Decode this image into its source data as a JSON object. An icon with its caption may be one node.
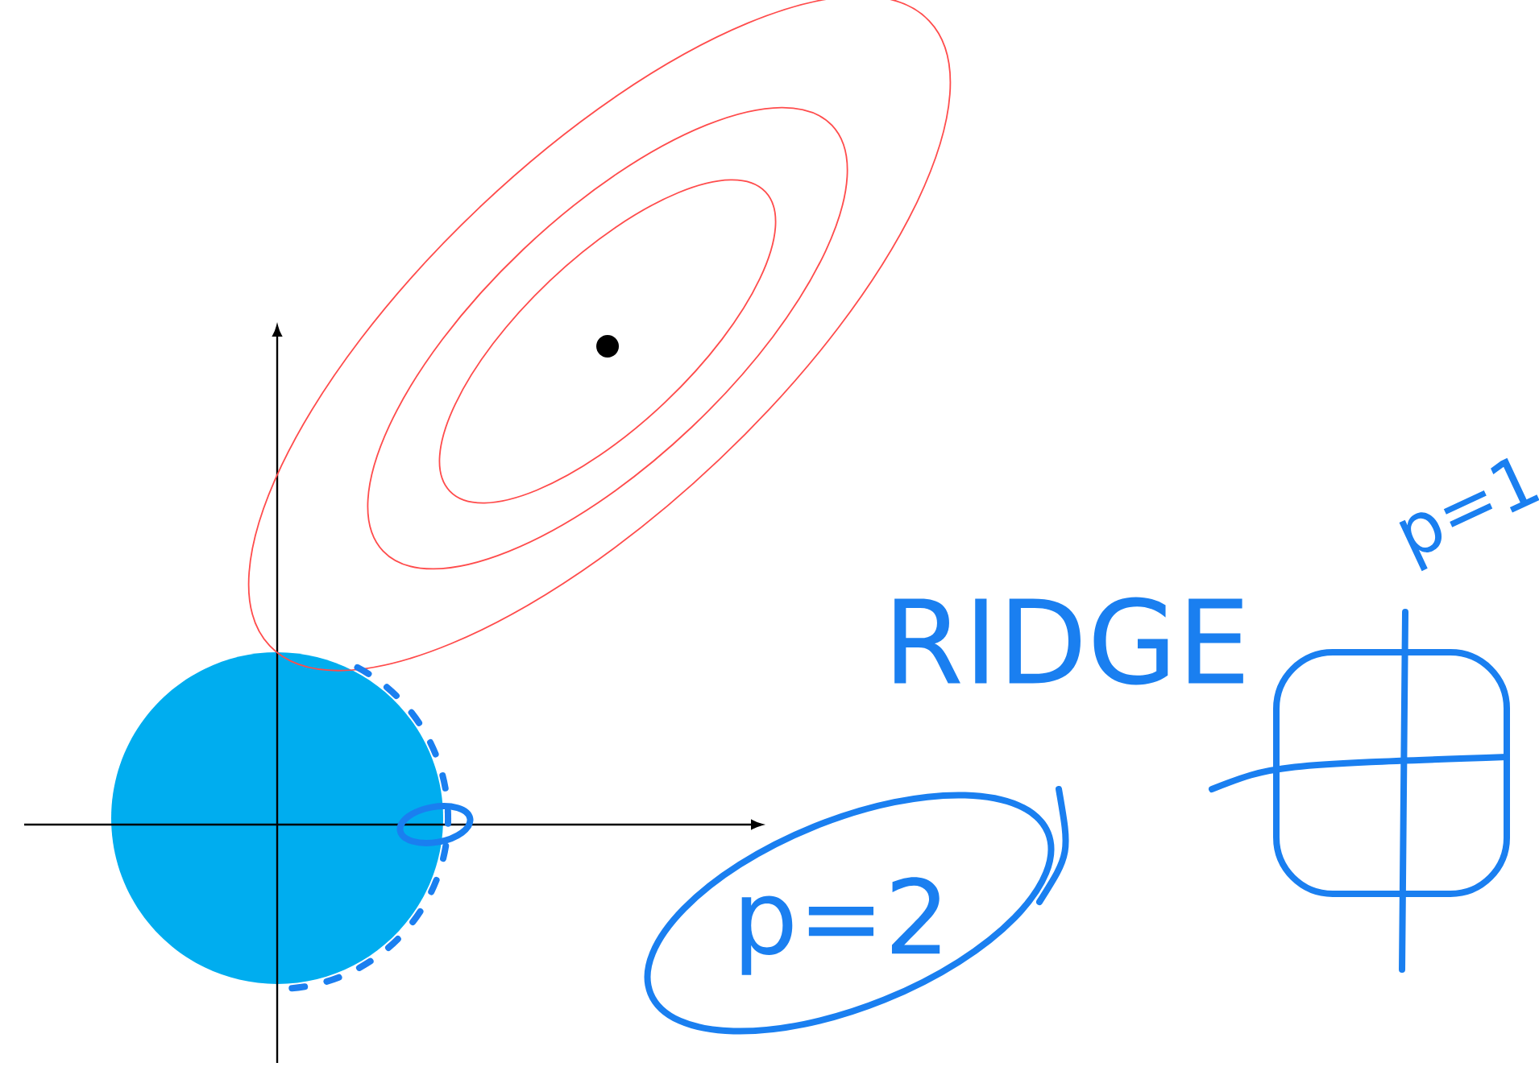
{
  "diagram": {
    "nodes": [
      {
        "text": [
          "p=2"
        ]
      }
    ],
    "labels": [
      "RIDGE",
      "p=1"
    ]
  }
}
